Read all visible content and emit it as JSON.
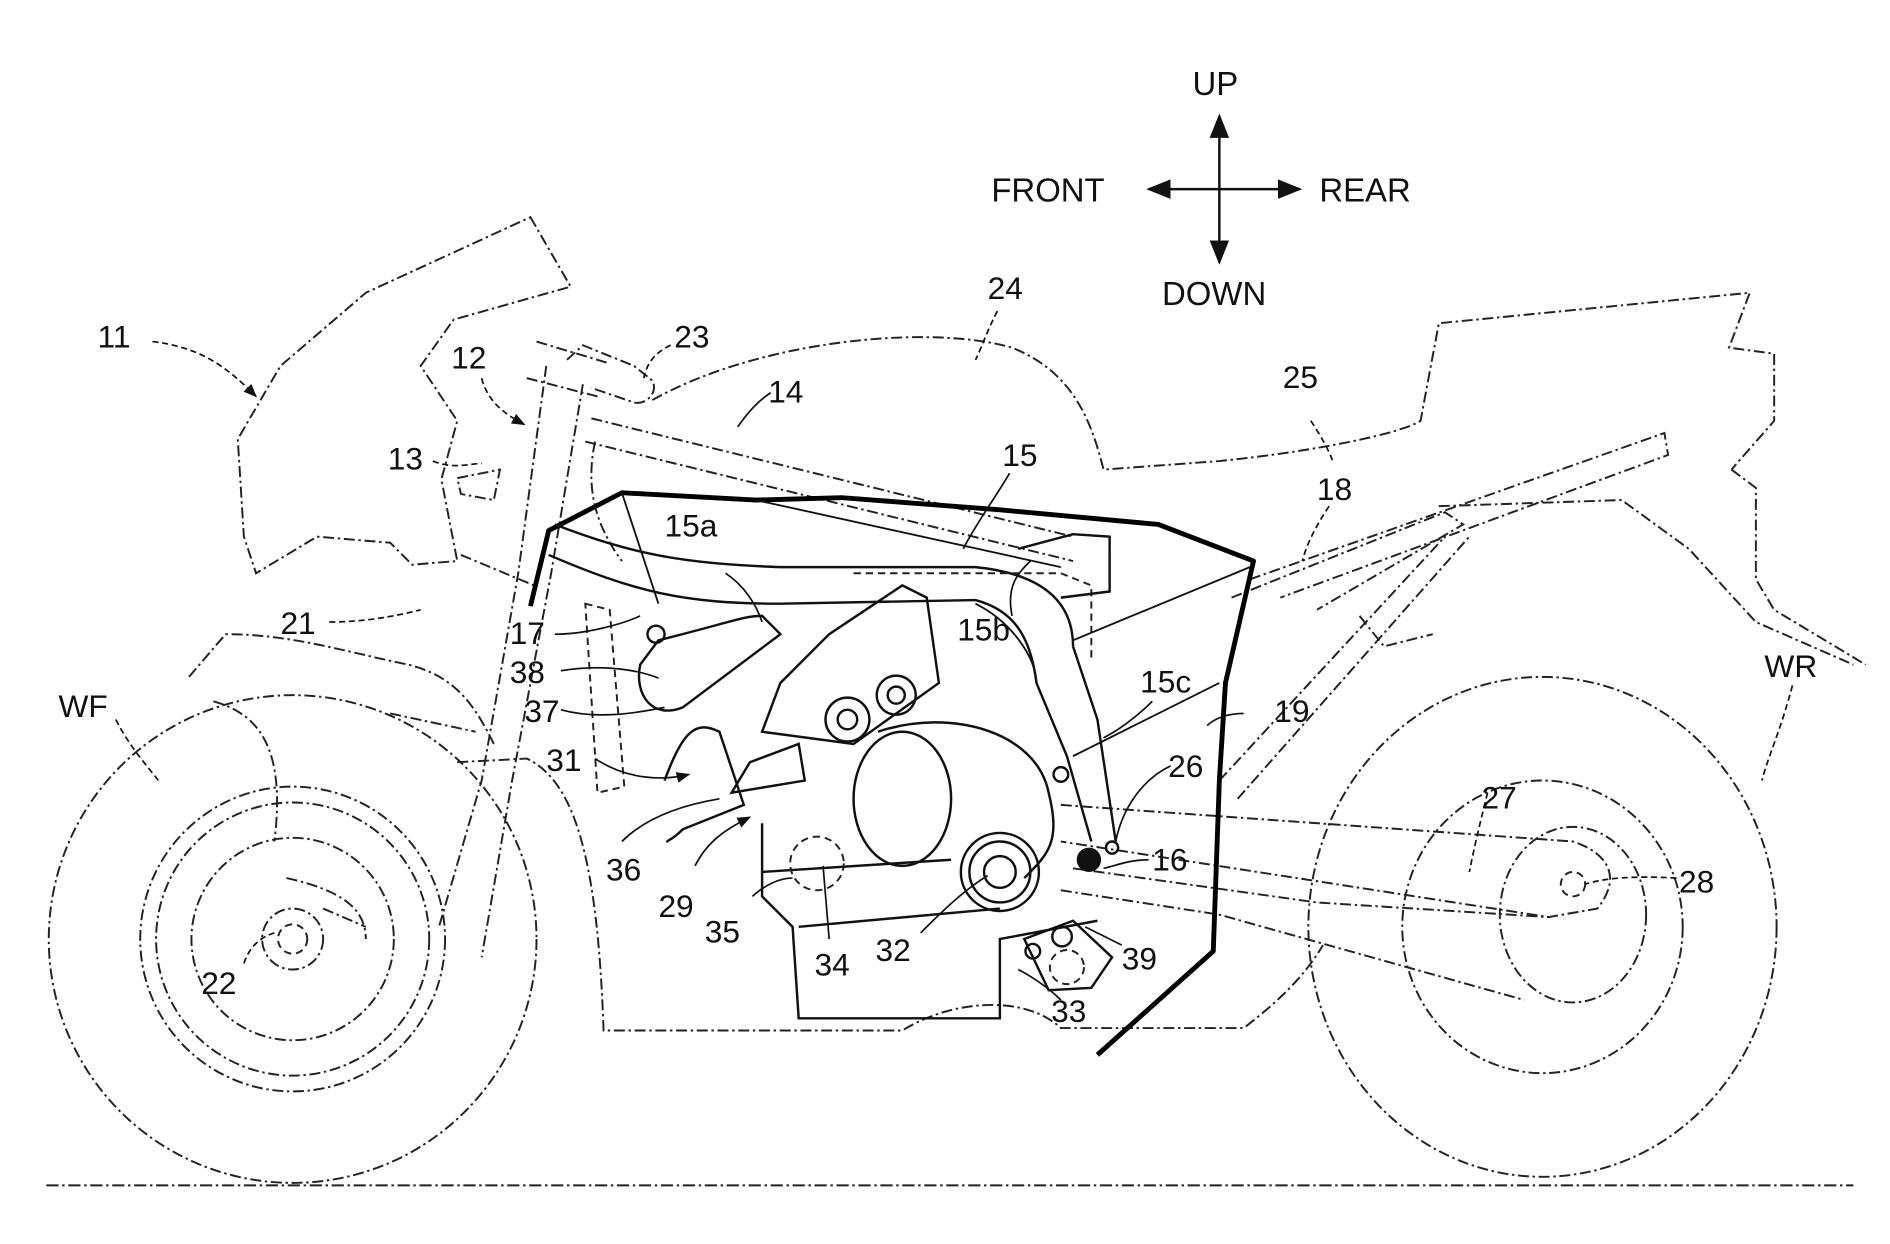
{
  "figure": {
    "title": "Motorcycle side view patent drawing",
    "direction_indicator": {
      "up": "UP",
      "down": "DOWN",
      "front": "FRONT",
      "rear": "REAR"
    },
    "reference_labels": [
      {
        "id": "11",
        "text": "11",
        "meaning": "motorcycle"
      },
      {
        "id": "12",
        "text": "12",
        "meaning": "head pipe"
      },
      {
        "id": "13",
        "text": "13"
      },
      {
        "id": "14",
        "text": "14"
      },
      {
        "id": "15",
        "text": "15"
      },
      {
        "id": "15a",
        "text": "15a"
      },
      {
        "id": "15b",
        "text": "15b"
      },
      {
        "id": "15c",
        "text": "15c"
      },
      {
        "id": "16",
        "text": "16"
      },
      {
        "id": "17",
        "text": "17"
      },
      {
        "id": "18",
        "text": "18"
      },
      {
        "id": "19",
        "text": "19"
      },
      {
        "id": "21",
        "text": "21"
      },
      {
        "id": "22",
        "text": "22"
      },
      {
        "id": "23",
        "text": "23"
      },
      {
        "id": "24",
        "text": "24"
      },
      {
        "id": "25",
        "text": "25"
      },
      {
        "id": "26",
        "text": "26"
      },
      {
        "id": "27",
        "text": "27"
      },
      {
        "id": "28",
        "text": "28"
      },
      {
        "id": "29",
        "text": "29"
      },
      {
        "id": "31",
        "text": "31"
      },
      {
        "id": "32",
        "text": "32"
      },
      {
        "id": "33",
        "text": "33"
      },
      {
        "id": "34",
        "text": "34"
      },
      {
        "id": "35",
        "text": "35"
      },
      {
        "id": "36",
        "text": "36"
      },
      {
        "id": "37",
        "text": "37"
      },
      {
        "id": "38",
        "text": "38"
      },
      {
        "id": "39",
        "text": "39"
      },
      {
        "id": "WF",
        "text": "WF",
        "meaning": "front wheel"
      },
      {
        "id": "WR",
        "text": "WR",
        "meaning": "rear wheel"
      }
    ]
  }
}
